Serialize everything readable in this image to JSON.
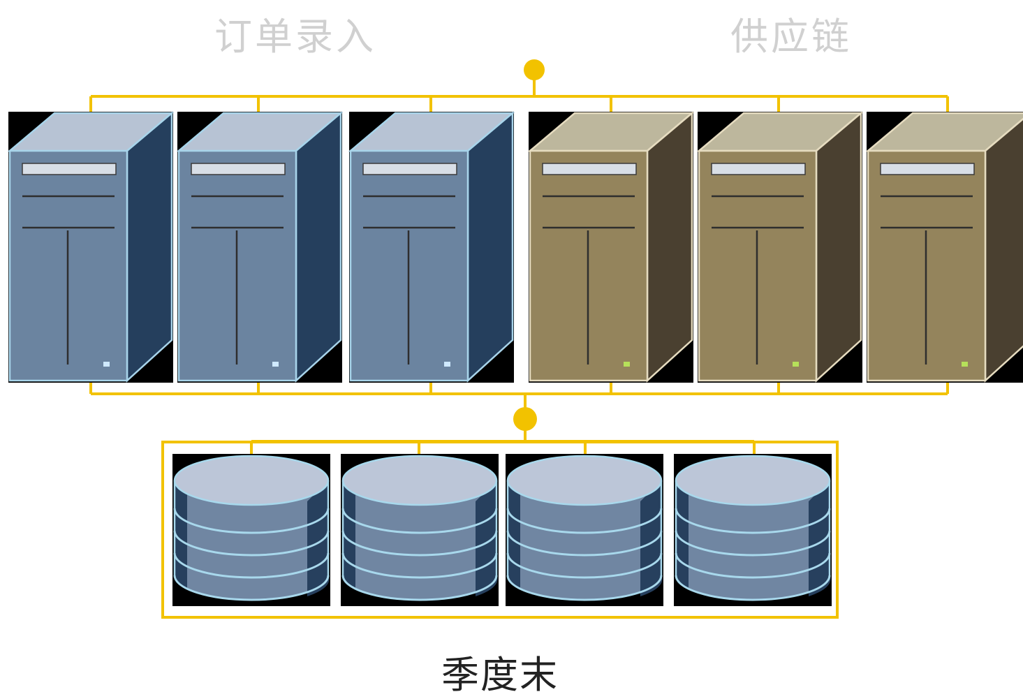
{
  "labels": {
    "order_entry": "订单录入",
    "supply_chain": "供应链",
    "quarter_end": "季度末"
  },
  "servers": [
    {
      "group": "order_entry",
      "theme": "blue"
    },
    {
      "group": "order_entry",
      "theme": "blue"
    },
    {
      "group": "order_entry",
      "theme": "blue"
    },
    {
      "group": "supply_chain",
      "theme": "tan"
    },
    {
      "group": "supply_chain",
      "theme": "tan"
    },
    {
      "group": "supply_chain",
      "theme": "tan"
    }
  ],
  "disks": [
    {},
    {},
    {},
    {}
  ],
  "colors": {
    "connector": "#f2c200",
    "blue_front": "#6b84a0",
    "blue_top": "#b7c3d4",
    "blue_side": "#253f5d",
    "blue_edge": "#a8d4ea",
    "tan_front": "#94845c",
    "tan_top": "#bdb79d",
    "tan_side": "#4a4030",
    "tan_edge": "#e6dcc0",
    "disk_top": "#bcc6d8",
    "disk_body": "#7086a2",
    "disk_dark": "#27405e",
    "disk_line": "#a8d8ec",
    "label_muted": "#d0d0d0",
    "label_dark": "#222222"
  }
}
